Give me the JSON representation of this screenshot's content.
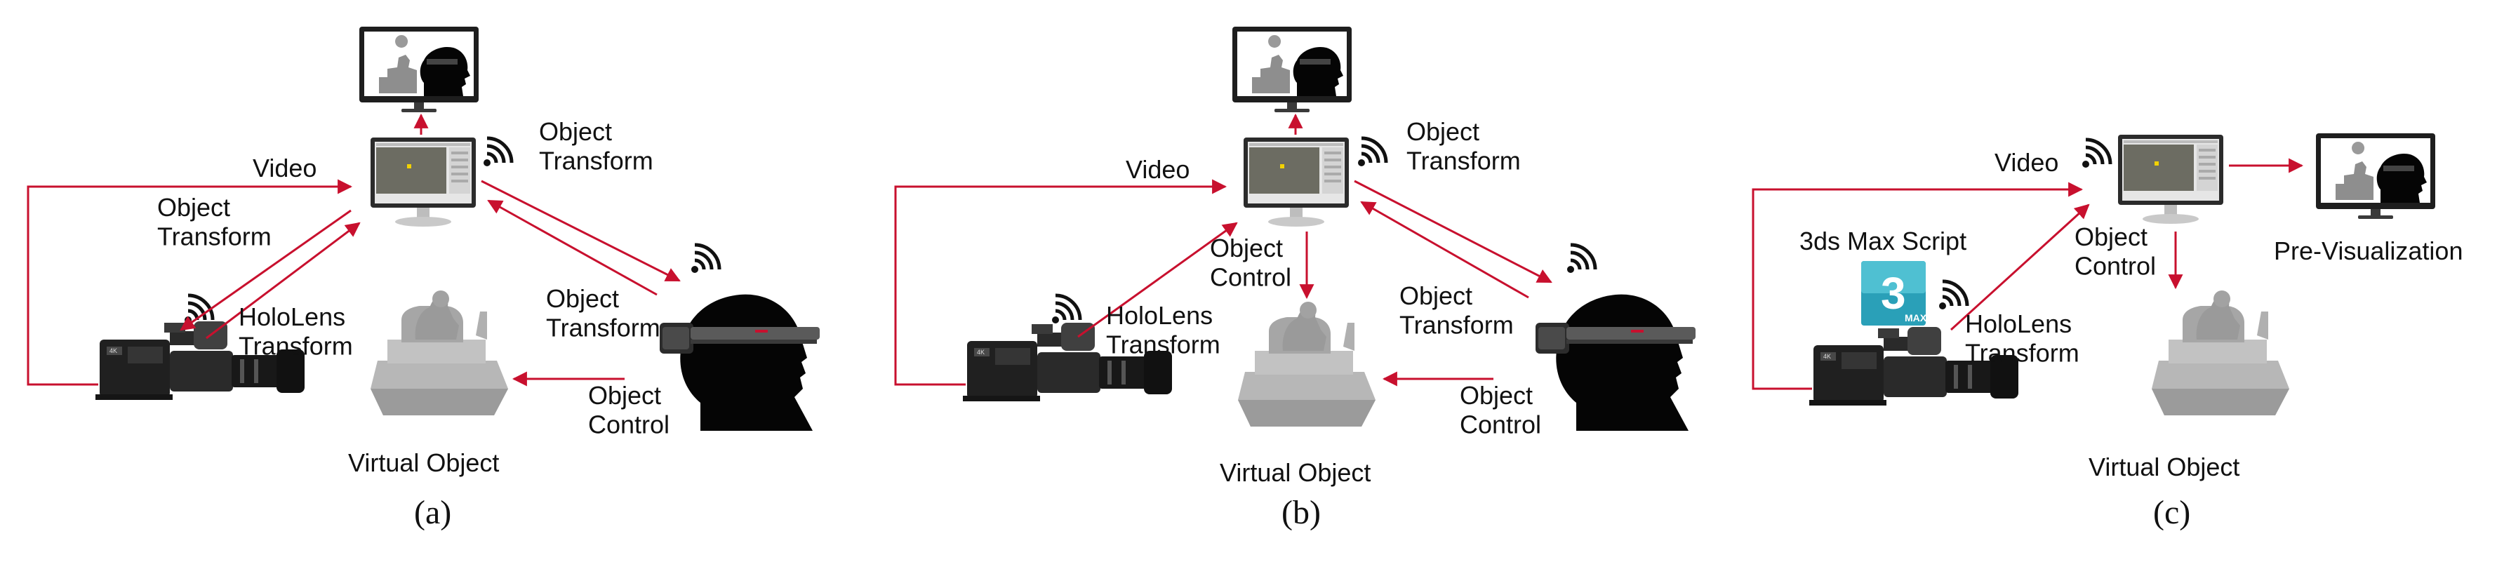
{
  "colors": {
    "arrow": "#c8102e",
    "silhouette": "#050505",
    "statue": "#a9a9a9",
    "monitor_frame": "#2b2b2b"
  },
  "icons": [
    "monitor-icon",
    "wifi-icon",
    "camera-icon",
    "hololens-user-icon",
    "statue-icon",
    "3ds-max-icon"
  ],
  "panels": [
    {
      "caption": "(a)",
      "labels": {
        "video": "Video",
        "object_transform_left": "Object\nTransform",
        "object_transform_top": "Object\nTransform",
        "object_transform_user": "Object\nTransform",
        "object_control": "Object\nControl",
        "hololens_transform": "HoloLens\nTransform",
        "virtual_object": "Virtual Object"
      }
    },
    {
      "caption": "(b)",
      "labels": {
        "video": "Video",
        "object_control_center": "Object\nControl",
        "object_transform_top": "Object\nTransform",
        "object_transform_user": "Object\nTransform",
        "object_control": "Object\nControl",
        "hololens_transform": "HoloLens\nTransform",
        "virtual_object": "Virtual Object"
      }
    },
    {
      "caption": "(c)",
      "labels": {
        "video": "Video",
        "script": "3ds Max Script",
        "script_icon_text": "3",
        "script_icon_sub": "MAX",
        "object_control": "Object\nControl",
        "hololens_transform": "HoloLens\nTransform",
        "pre_visualization": "Pre-Visualization",
        "virtual_object": "Virtual Object"
      }
    }
  ]
}
